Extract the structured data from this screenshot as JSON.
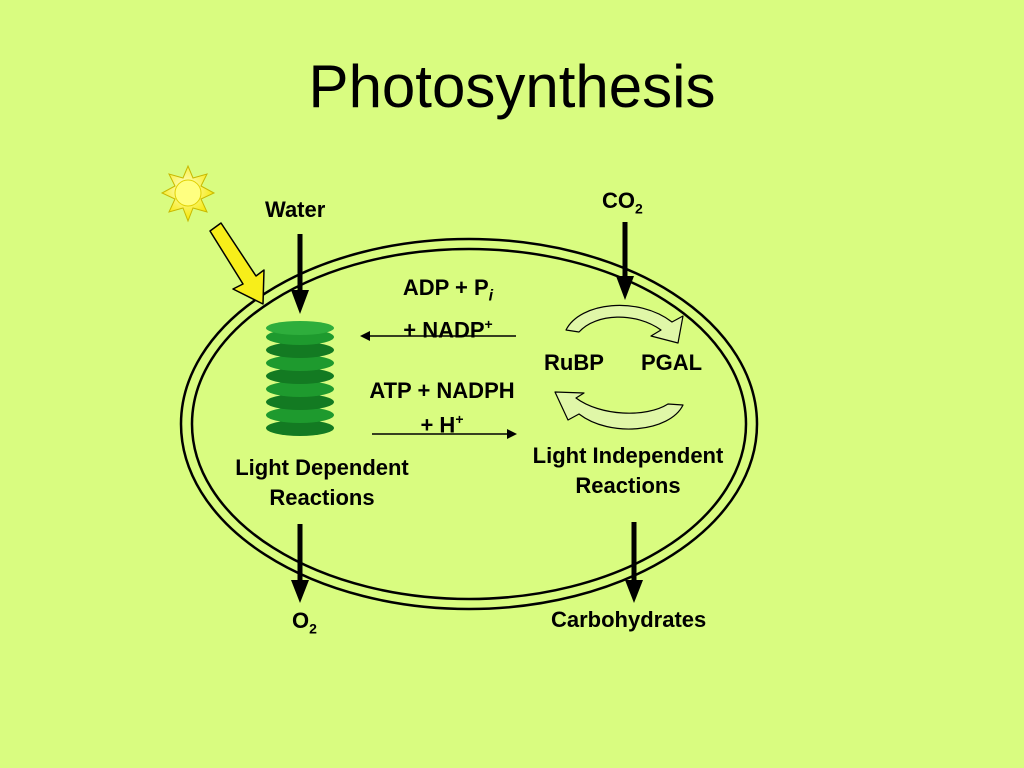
{
  "colors": {
    "background": "#D9FC80",
    "thylakoid": "#1E9A2E",
    "thylakoid_highlight": "#5CC85E",
    "sun": "#FFF200",
    "arrow_yellow": "#F7EE1A",
    "cycle_arrow": "#E0F7A8"
  },
  "title": "Photosynthesis",
  "inputs": {
    "water": "Water",
    "co2_main": "CO",
    "co2_sub": "2"
  },
  "outputs": {
    "o2_main": "O",
    "o2_sub": "2",
    "carbohydrates": "Carbohydrates"
  },
  "flow_to_light": {
    "line1_main": "ADP + P",
    "line1_italic": "i",
    "line2_main": "+ NADP",
    "line2_sup": "+"
  },
  "flow_to_calvin": {
    "line1": "ATP + NADPH",
    "line2_main": "+ H",
    "line2_sup": "+"
  },
  "cycle": {
    "left": "RuBP",
    "right": "PGAL"
  },
  "stages": {
    "light_line1": "Light Dependent",
    "light_line2": "Reactions",
    "independent_line1": "Light Independent",
    "independent_line2": "Reactions"
  },
  "icons": {
    "sun": "sun-icon",
    "thylakoid": "thylakoid-stack-icon"
  }
}
